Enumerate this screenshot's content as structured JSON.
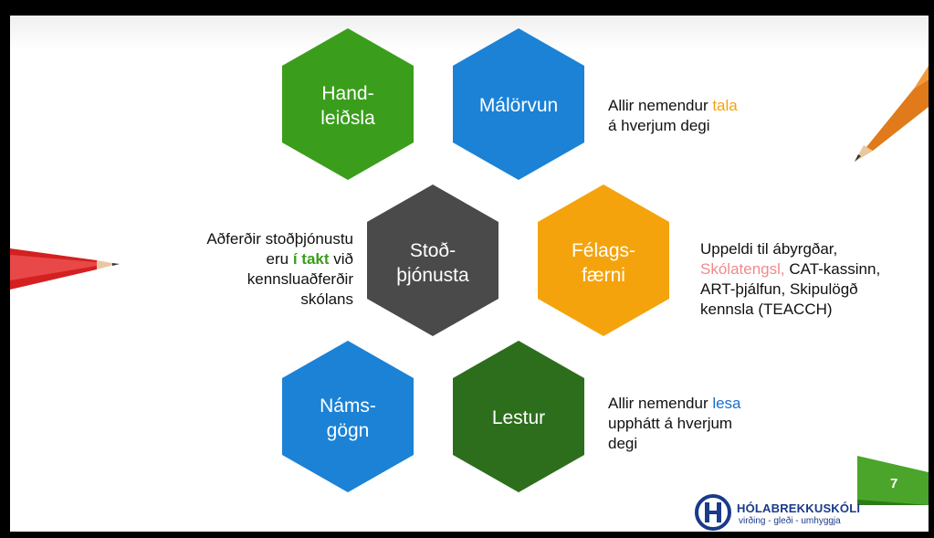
{
  "hexagons": [
    {
      "id": "handleidsla",
      "lines": [
        "Hand-",
        "leiðsla"
      ],
      "color": "#3a9e1c"
    },
    {
      "id": "malorvun",
      "lines": [
        "Málörvun"
      ],
      "color": "#1b82d6"
    },
    {
      "id": "stodthjonusta",
      "lines": [
        "Stoð-",
        "þjónusta"
      ],
      "color": "#4a4a4a"
    },
    {
      "id": "felagsfaerni",
      "lines": [
        "Félags-",
        "færni"
      ],
      "color": "#f5a30c"
    },
    {
      "id": "namsgogn",
      "lines": [
        "Náms-",
        "gögn"
      ],
      "color": "#1b82d6"
    },
    {
      "id": "lestur",
      "lines": [
        "Lestur"
      ],
      "color": "#2d6e1c"
    }
  ],
  "notes": {
    "malorvun": {
      "line1_pre": "Allir nemendur ",
      "line1_hl": "tala",
      "line2": "á hverjum degi",
      "hl_color": "#f5a30c"
    },
    "stodthjonusta": {
      "line1": "Aðferðir stoðþjónustu",
      "line2_pre": "eru ",
      "line2_hl": "í takt",
      "line2_post": " við",
      "line3": "kennsluaðferðir",
      "line4": "skólans",
      "hl_color": "#3a9e1c"
    },
    "felagsfaerni": {
      "line1": "Uppeldi til ábyrgðar,",
      "line2_hl": "Skólatengsl,",
      "line2_post": " CAT-kassinn,",
      "line3": "ART-þjálfun, Skipulögð",
      "line4": "kennsla (TEACCH)",
      "hl_color": "#f08a8a"
    },
    "lestur": {
      "line1_pre": "Allir nemendur ",
      "line1_hl": "lesa",
      "line2": "upphátt á hverjum",
      "line3": "degi",
      "hl_color": "#1b6fcc"
    }
  },
  "page_number": "7",
  "logo": {
    "name": "HÓLABREKKUSKÓLI",
    "motto": "virðing - gleði - umhyggja",
    "color": "#1a3a8a"
  },
  "accent_green": "#4aa52a"
}
